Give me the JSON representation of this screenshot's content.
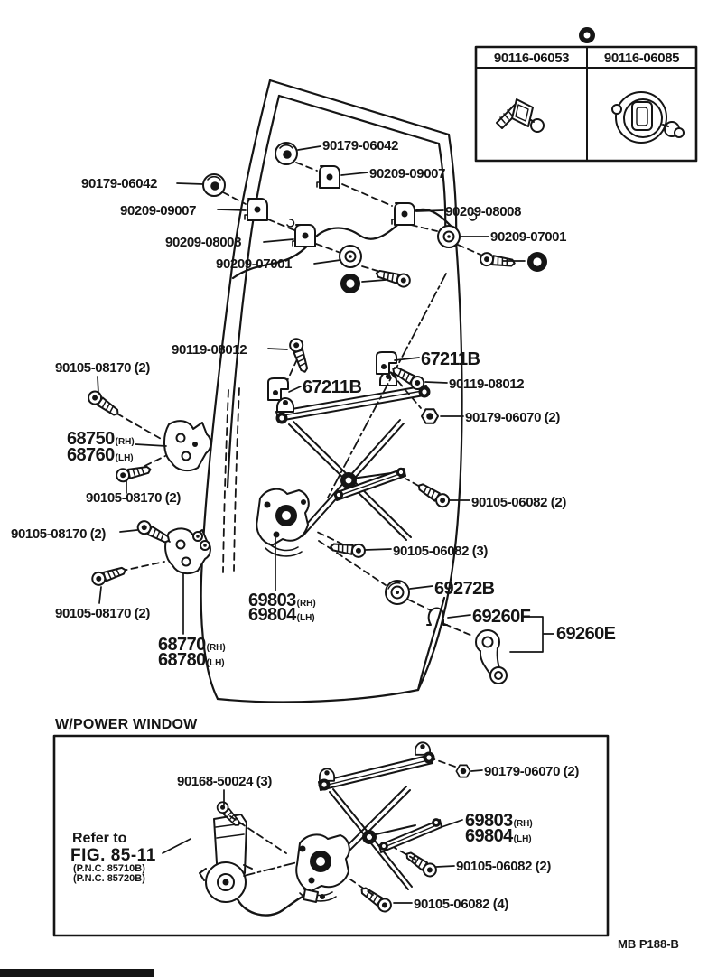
{
  "colors": {
    "ink": "#151515",
    "paper": "#ffffff"
  },
  "footer": {
    "code": "MB P188-B"
  },
  "inset_table": {
    "cells": [
      {
        "part_no": "90116-06053",
        "icon": "screw-with-washer-icon"
      },
      {
        "part_no": "90116-06085",
        "icon": "grommet-with-screw-icon"
      }
    ]
  },
  "power_window_box": {
    "title": "W/POWER WINDOW",
    "refer_note": {
      "line1": "Refer to",
      "line2": "FIG. 85-11",
      "line3": "(P.N.C. 85710B)",
      "line4": "(P.N.C. 85720B)"
    }
  },
  "labels": {
    "main": [
      {
        "text": "90179-06042"
      },
      {
        "text": "90209-09007"
      },
      {
        "text": "90179-06042"
      },
      {
        "text": "90209-09007"
      },
      {
        "text": "90209-08008"
      },
      {
        "text": "90209-08008"
      },
      {
        "text": "90209-07001"
      },
      {
        "text": "90209-07001"
      },
      {
        "text": "90119-08012"
      },
      {
        "text": "67211B"
      },
      {
        "text": "67211B"
      },
      {
        "text": "90119-08012"
      },
      {
        "text": "90179-06070 (2)"
      },
      {
        "text": "90105-08170 (2)"
      },
      {
        "text": "68750",
        "suffix": "(RH)"
      },
      {
        "text": "68760",
        "suffix": "(LH)"
      },
      {
        "text": "90105-08170 (2)"
      },
      {
        "text": "90105-08170 (2)"
      },
      {
        "text": "90105-08170 (2)"
      },
      {
        "text": "68770",
        "suffix": "(RH)"
      },
      {
        "text": "68780",
        "suffix": "(LH)"
      },
      {
        "text": "69803",
        "suffix": "(RH)"
      },
      {
        "text": "69804",
        "suffix": "(LH)"
      },
      {
        "text": "90105-06082 (2)"
      },
      {
        "text": "90105-06082 (3)"
      },
      {
        "text": "69272B"
      },
      {
        "text": "69260F"
      },
      {
        "text": "69260E"
      }
    ],
    "power": [
      {
        "text": "90168-50024 (3)"
      },
      {
        "text": "90179-06070 (2)"
      },
      {
        "text": "69803",
        "suffix": "(RH)"
      },
      {
        "text": "69804",
        "suffix": "(LH)"
      },
      {
        "text": "90105-06082 (2)"
      },
      {
        "text": "90105-06082 (4)"
      }
    ]
  }
}
